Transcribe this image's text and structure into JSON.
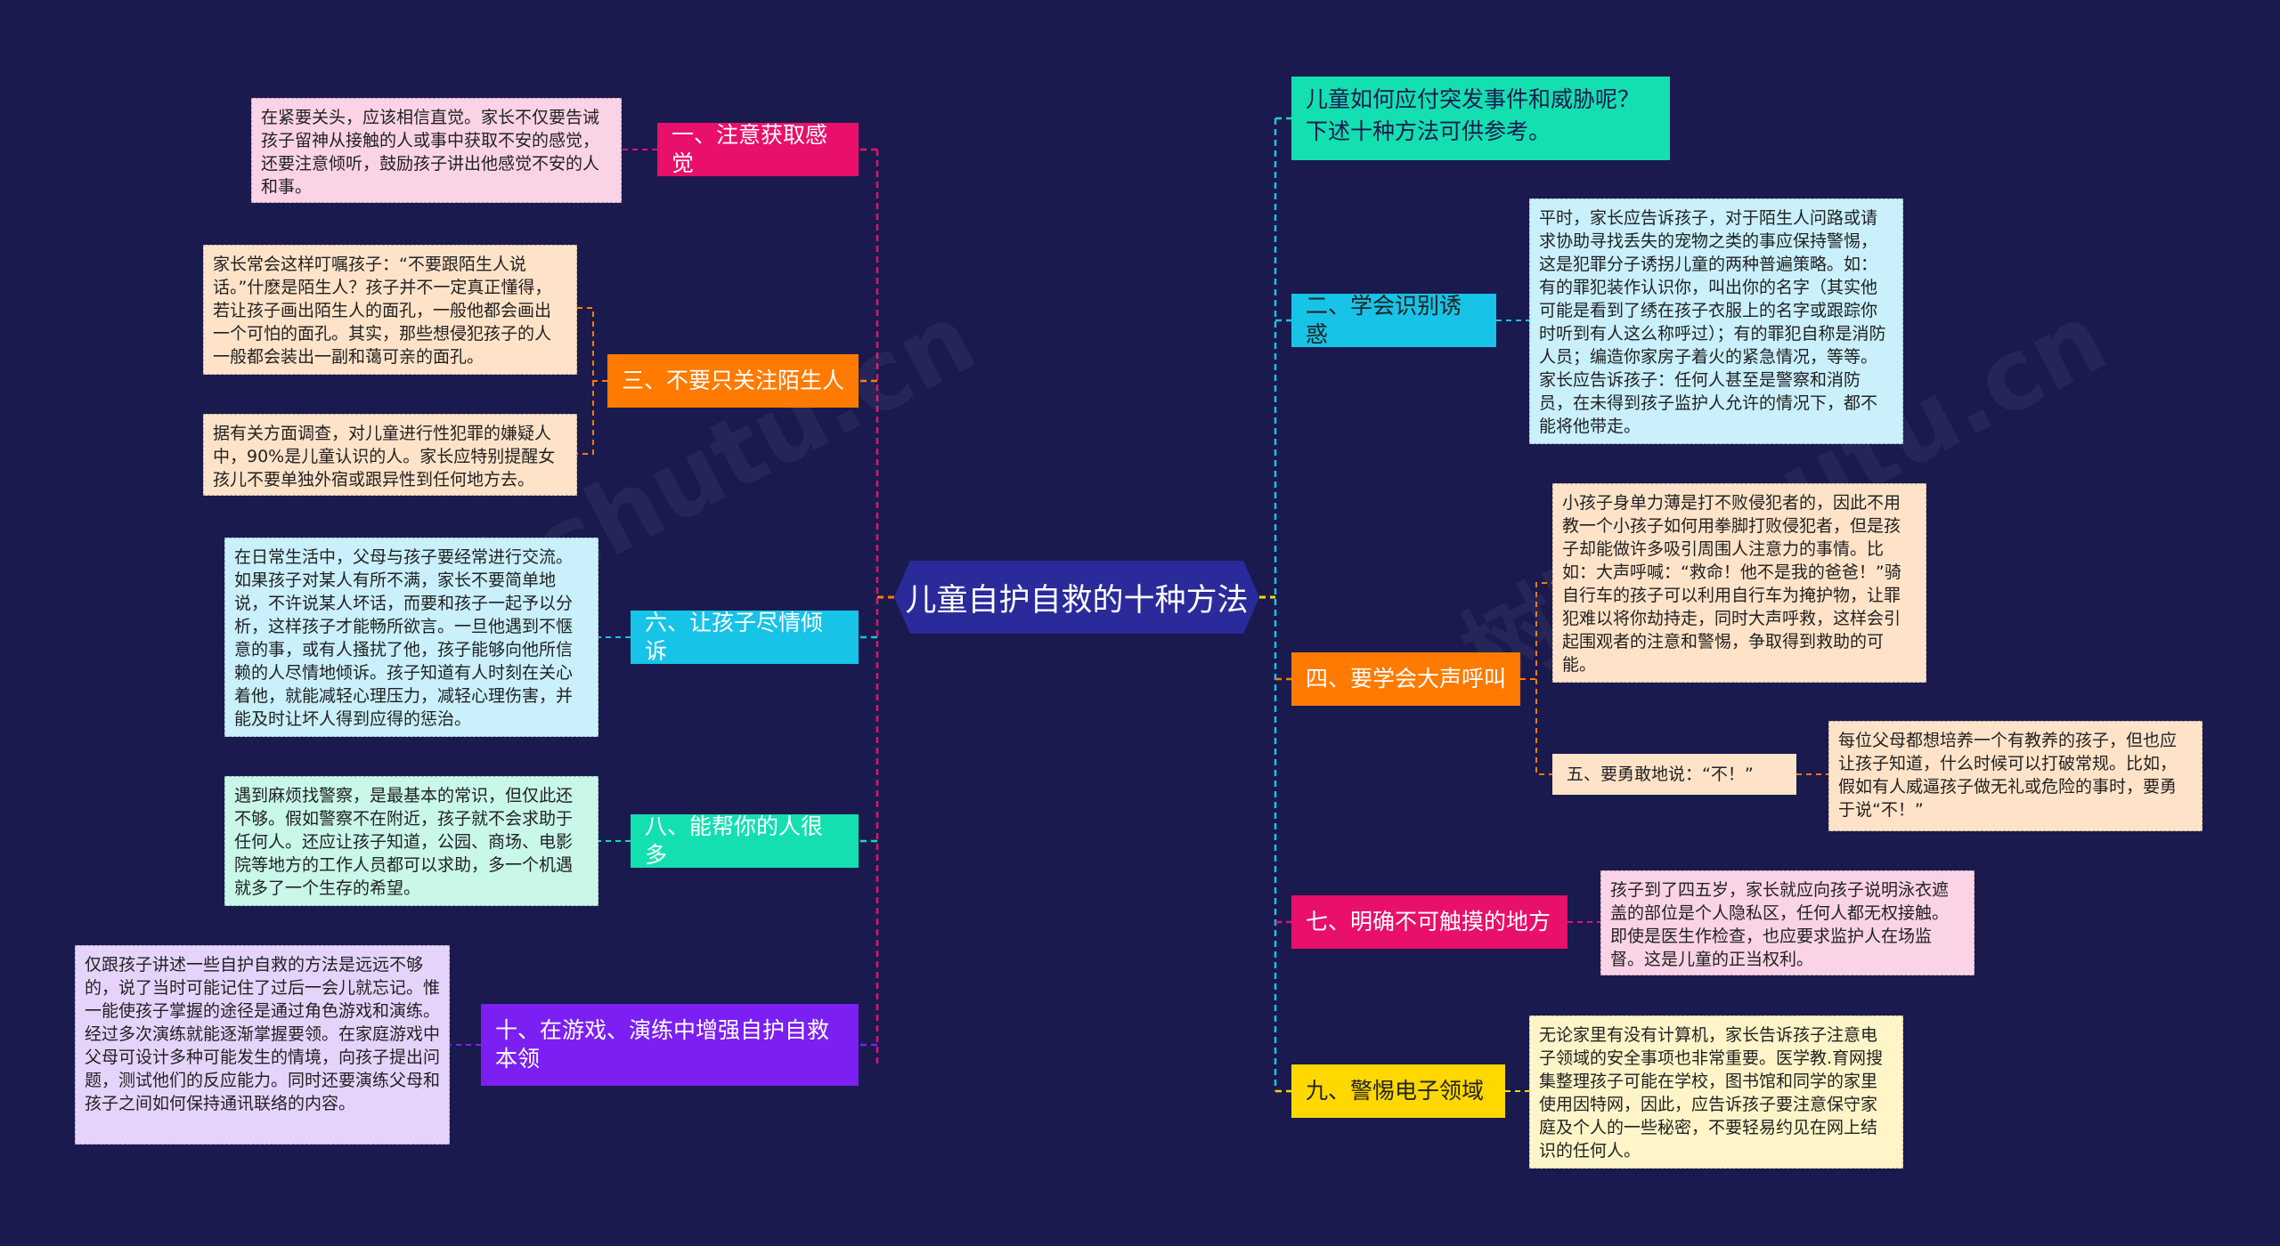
{
  "central": "儿童自护自救的十种方法",
  "intro": "儿童如何应付突发事件和威胁呢？下述十种方法可供参考。",
  "watermark": "树图 shutu.cn",
  "colors": {
    "background": "#1a1a4e",
    "pink": "#e8106a",
    "orange": "#ff7a00",
    "cyan": "#17c3e6",
    "teal": "#14dfb0",
    "purple": "#7b1ff2",
    "yellow": "#ffd800"
  },
  "left": [
    {
      "label": "一、注意获取感觉",
      "notes": [
        "在紧要关头，应该相信直觉。家长不仅要告诫孩子留神从接触的人或事中获取不安的感觉，还要注意倾听，鼓励孩子讲出他感觉不安的人和事。"
      ]
    },
    {
      "label": "三、不要只关注陌生人",
      "notes": [
        "家长常会这样叮嘱孩子：“不要跟陌生人说话。”什麽是陌生人？孩子并不一定真正懂得，若让孩子画出陌生人的面孔，一般他都会画出一个可怕的面孔。其实，那些想侵犯孩子的人一般都会装出一副和蔼可亲的面孔。",
        "据有关方面调查，对儿童进行性犯罪的嫌疑人中，90%是儿童认识的人。家长应特别提醒女孩儿不要单独外宿或跟异性到任何地方去。"
      ]
    },
    {
      "label": "六、让孩子尽情倾诉",
      "notes": [
        "在日常生活中，父母与孩子要经常进行交流。如果孩子对某人有所不满，家长不要简单地说，不许说某人坏话，而要和孩子一起予以分析，这样孩子才能畅所欲言。一旦他遇到不惬意的事，或有人搔扰了他，孩子能够向他所信赖的人尽情地倾诉。孩子知道有人时刻在关心着他，就能减轻心理压力，减轻心理伤害，并能及时让坏人得到应得的惩治。"
      ]
    },
    {
      "label": "八、能帮你的人很多",
      "notes": [
        "遇到麻烦找警察，是最基本的常识，但仅此还不够。假如警察不在附近，孩子就不会求助于任何人。还应让孩子知道，公园、商场、电影院等地方的工作人员都可以求助，多一个机遇就多了一个生存的希望。"
      ]
    },
    {
      "label": "十、在游戏、演练中增强自护自救本领",
      "notes": [
        "仅跟孩子讲述一些自护自救的方法是远远不够的，说了当时可能记住了过后一会儿就忘记。惟一能使孩子掌握的途径是通过角色游戏和演练。经过多次演练就能逐渐掌握要领。在家庭游戏中父母可设计多种可能发生的情境，向孩子提出问题，测试他们的反应能力。同时还要演练父母和孩子之间如何保持通讯联络的内容。"
      ]
    }
  ],
  "right": [
    {
      "label": "二、学会识别诱惑",
      "notes": [
        "平时，家长应告诉孩子，对于陌生人问路或请求协助寻找丢失的宠物之类的事应保持警惕，这是犯罪分子诱拐儿童的两种普遍策略。如：有的罪犯装作认识你，叫出你的名字（其实他可能是看到了绣在孩子衣服上的名字或跟踪你时听到有人这么称呼过）；有的罪犯自称是消防人员；编造你家房子着火的紧急情况，等等。家长应告诉孩子：任何人甚至是警察和消防员，在未得到孩子监护人允许的情况下，都不能将他带走。"
      ]
    },
    {
      "label": "四、要学会大声呼叫",
      "notes": [
        "小孩子身单力薄是打不败侵犯者的，因此不用教一个小孩子如何用拳脚打败侵犯者，但是孩子却能做许多吸引周围人注意力的事情。比如：大声呼喊：“救命！他不是我的爸爸！”骑自行车的孩子可以利用自行车为掩护物，让罪犯难以将你劫持走，同时大声呼救，这样会引起围观者的注意和警惕，争取得到救助的可能。"
      ],
      "sub": {
        "label": "五、要勇敢地说：“不！”",
        "note": "每位父母都想培养一个有教养的孩子，但也应让孩子知道，什么时候可以打破常规。比如，假如有人威逼孩子做无礼或危险的事时，要勇于说“不！”"
      }
    },
    {
      "label": "七、明确不可触摸的地方",
      "notes": [
        "孩子到了四五岁，家长就应向孩子说明泳衣遮盖的部位是个人隐私区，任何人都无权接触。即使是医生作检查，也应要求监护人在场监督。这是儿童的正当权利。"
      ]
    },
    {
      "label": "九、警惕电子领域",
      "notes": [
        "无论家里有没有计算机，家长告诉孩子注意电子领域的安全事项也非常重要。医学教.育网搜集整理孩子可能在学校，图书馆和同学的家里使用因特网，因此，应告诉孩子要注意保守家庭及个人的一些秘密，不要轻易约见在网上结识的任何人。"
      ]
    }
  ]
}
